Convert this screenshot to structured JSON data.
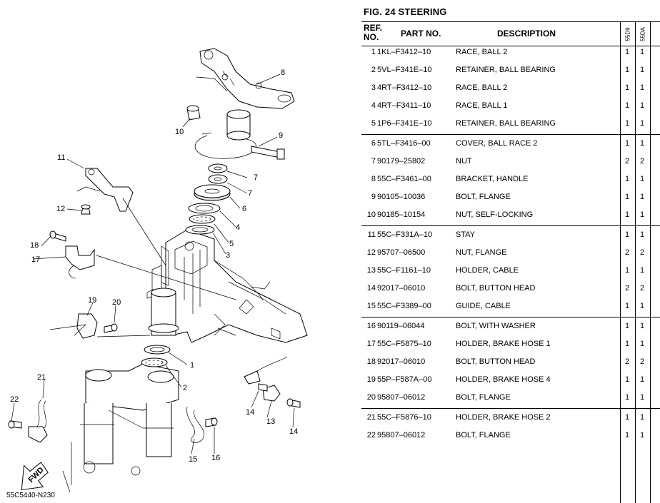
{
  "figure_title": "FIG. 24  STEERING",
  "diagram_code": "55C5440-N230",
  "callouts": [
    "1",
    "2",
    "3",
    "4",
    "5",
    "6",
    "7",
    "7",
    "8",
    "9",
    "10",
    "11",
    "12",
    "13",
    "14",
    "14",
    "15",
    "16",
    "17",
    "18",
    "19",
    "20",
    "21",
    "22"
  ],
  "fwd_label": "FWD",
  "table": {
    "headers": {
      "ref_line1": "REF.",
      "ref_line2": "NO.",
      "part_no": "PART NO.",
      "description": "DESCRIPTION",
      "model1": "55D9",
      "model2": "55DA"
    },
    "rows": [
      {
        "ref": "1",
        "part_no": "1KL–F3412–10",
        "description": "RACE, BALL 2",
        "q1": "1",
        "q2": "1"
      },
      {
        "ref": "2",
        "part_no": "5VL–F341E–10",
        "description": "RETAINER, BALL BEARING",
        "q1": "1",
        "q2": "1"
      },
      {
        "ref": "3",
        "part_no": "4RT–F3412–10",
        "description": "RACE, BALL 2",
        "q1": "1",
        "q2": "1"
      },
      {
        "ref": "4",
        "part_no": "4RT–F3411–10",
        "description": "RACE, BALL 1",
        "q1": "1",
        "q2": "1"
      },
      {
        "ref": "5",
        "part_no": "1P6–F341E–10",
        "description": "RETAINER, BALL BEARING",
        "q1": "1",
        "q2": "1"
      },
      {
        "ref": "6",
        "part_no": "5TL–F3416–00",
        "description": "COVER, BALL RACE 2",
        "q1": "1",
        "q2": "1"
      },
      {
        "ref": "7",
        "part_no": "90179–25802",
        "description": "NUT",
        "q1": "2",
        "q2": "2"
      },
      {
        "ref": "8",
        "part_no": "55C–F3461–00",
        "description": "BRACKET, HANDLE",
        "q1": "1",
        "q2": "1"
      },
      {
        "ref": "9",
        "part_no": "90105–10036",
        "description": "BOLT, FLANGE",
        "q1": "1",
        "q2": "1"
      },
      {
        "ref": "10",
        "part_no": "90185–10154",
        "description": "NUT, SELF-LOCKING",
        "q1": "1",
        "q2": "1"
      },
      {
        "ref": "11",
        "part_no": "55C–F331A–10",
        "description": "STAY",
        "q1": "1",
        "q2": "1"
      },
      {
        "ref": "12",
        "part_no": "95707–06500",
        "description": "NUT, FLANGE",
        "q1": "2",
        "q2": "2"
      },
      {
        "ref": "13",
        "part_no": "55C–F1161–10",
        "description": "HOLDER, CABLE",
        "q1": "1",
        "q2": "1"
      },
      {
        "ref": "14",
        "part_no": "92017–06010",
        "description": "BOLT, BUTTON HEAD",
        "q1": "2",
        "q2": "2"
      },
      {
        "ref": "15",
        "part_no": "55C–F3389–00",
        "description": "GUIDE, CABLE",
        "q1": "1",
        "q2": "1"
      },
      {
        "ref": "16",
        "part_no": "90119–06044",
        "description": "BOLT, WITH WASHER",
        "q1": "1",
        "q2": "1"
      },
      {
        "ref": "17",
        "part_no": "55C–F5875–10",
        "description": "HOLDER, BRAKE HOSE 1",
        "q1": "1",
        "q2": "1"
      },
      {
        "ref": "18",
        "part_no": "92017–06010",
        "description": "BOLT, BUTTON HEAD",
        "q1": "2",
        "q2": "2"
      },
      {
        "ref": "19",
        "part_no": "55P–F587A–00",
        "description": "HOLDER, BRAKE HOSE 4",
        "q1": "1",
        "q2": "1"
      },
      {
        "ref": "20",
        "part_no": "95807–06012",
        "description": "BOLT, FLANGE",
        "q1": "1",
        "q2": "1"
      },
      {
        "ref": "21",
        "part_no": "55C–F5876–10",
        "description": "HOLDER, BRAKE HOSE 2",
        "q1": "1",
        "q2": "1"
      },
      {
        "ref": "22",
        "part_no": "95807–06012",
        "description": "BOLT, FLANGE",
        "q1": "1",
        "q2": "1"
      }
    ]
  }
}
